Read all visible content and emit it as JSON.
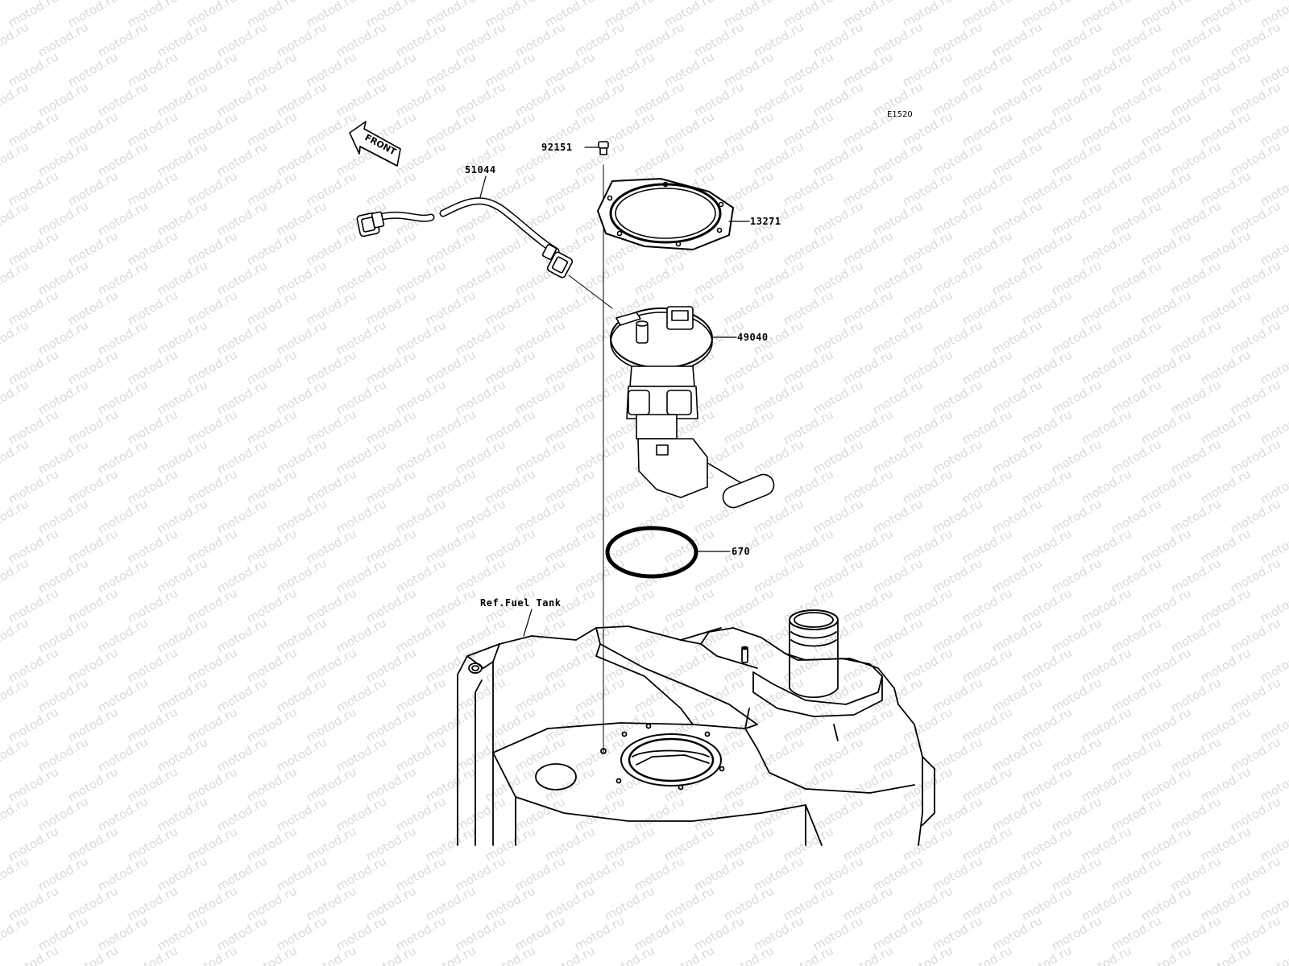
{
  "diagram": {
    "code": "E1520",
    "direction_label": "FRONT",
    "reference_label": "Ref.Fuel Tank",
    "watermark": "motod.ru",
    "parts": [
      {
        "number": "92151"
      },
      {
        "number": "51044"
      },
      {
        "number": "13271"
      },
      {
        "number": "49040"
      },
      {
        "number": "670"
      }
    ]
  }
}
